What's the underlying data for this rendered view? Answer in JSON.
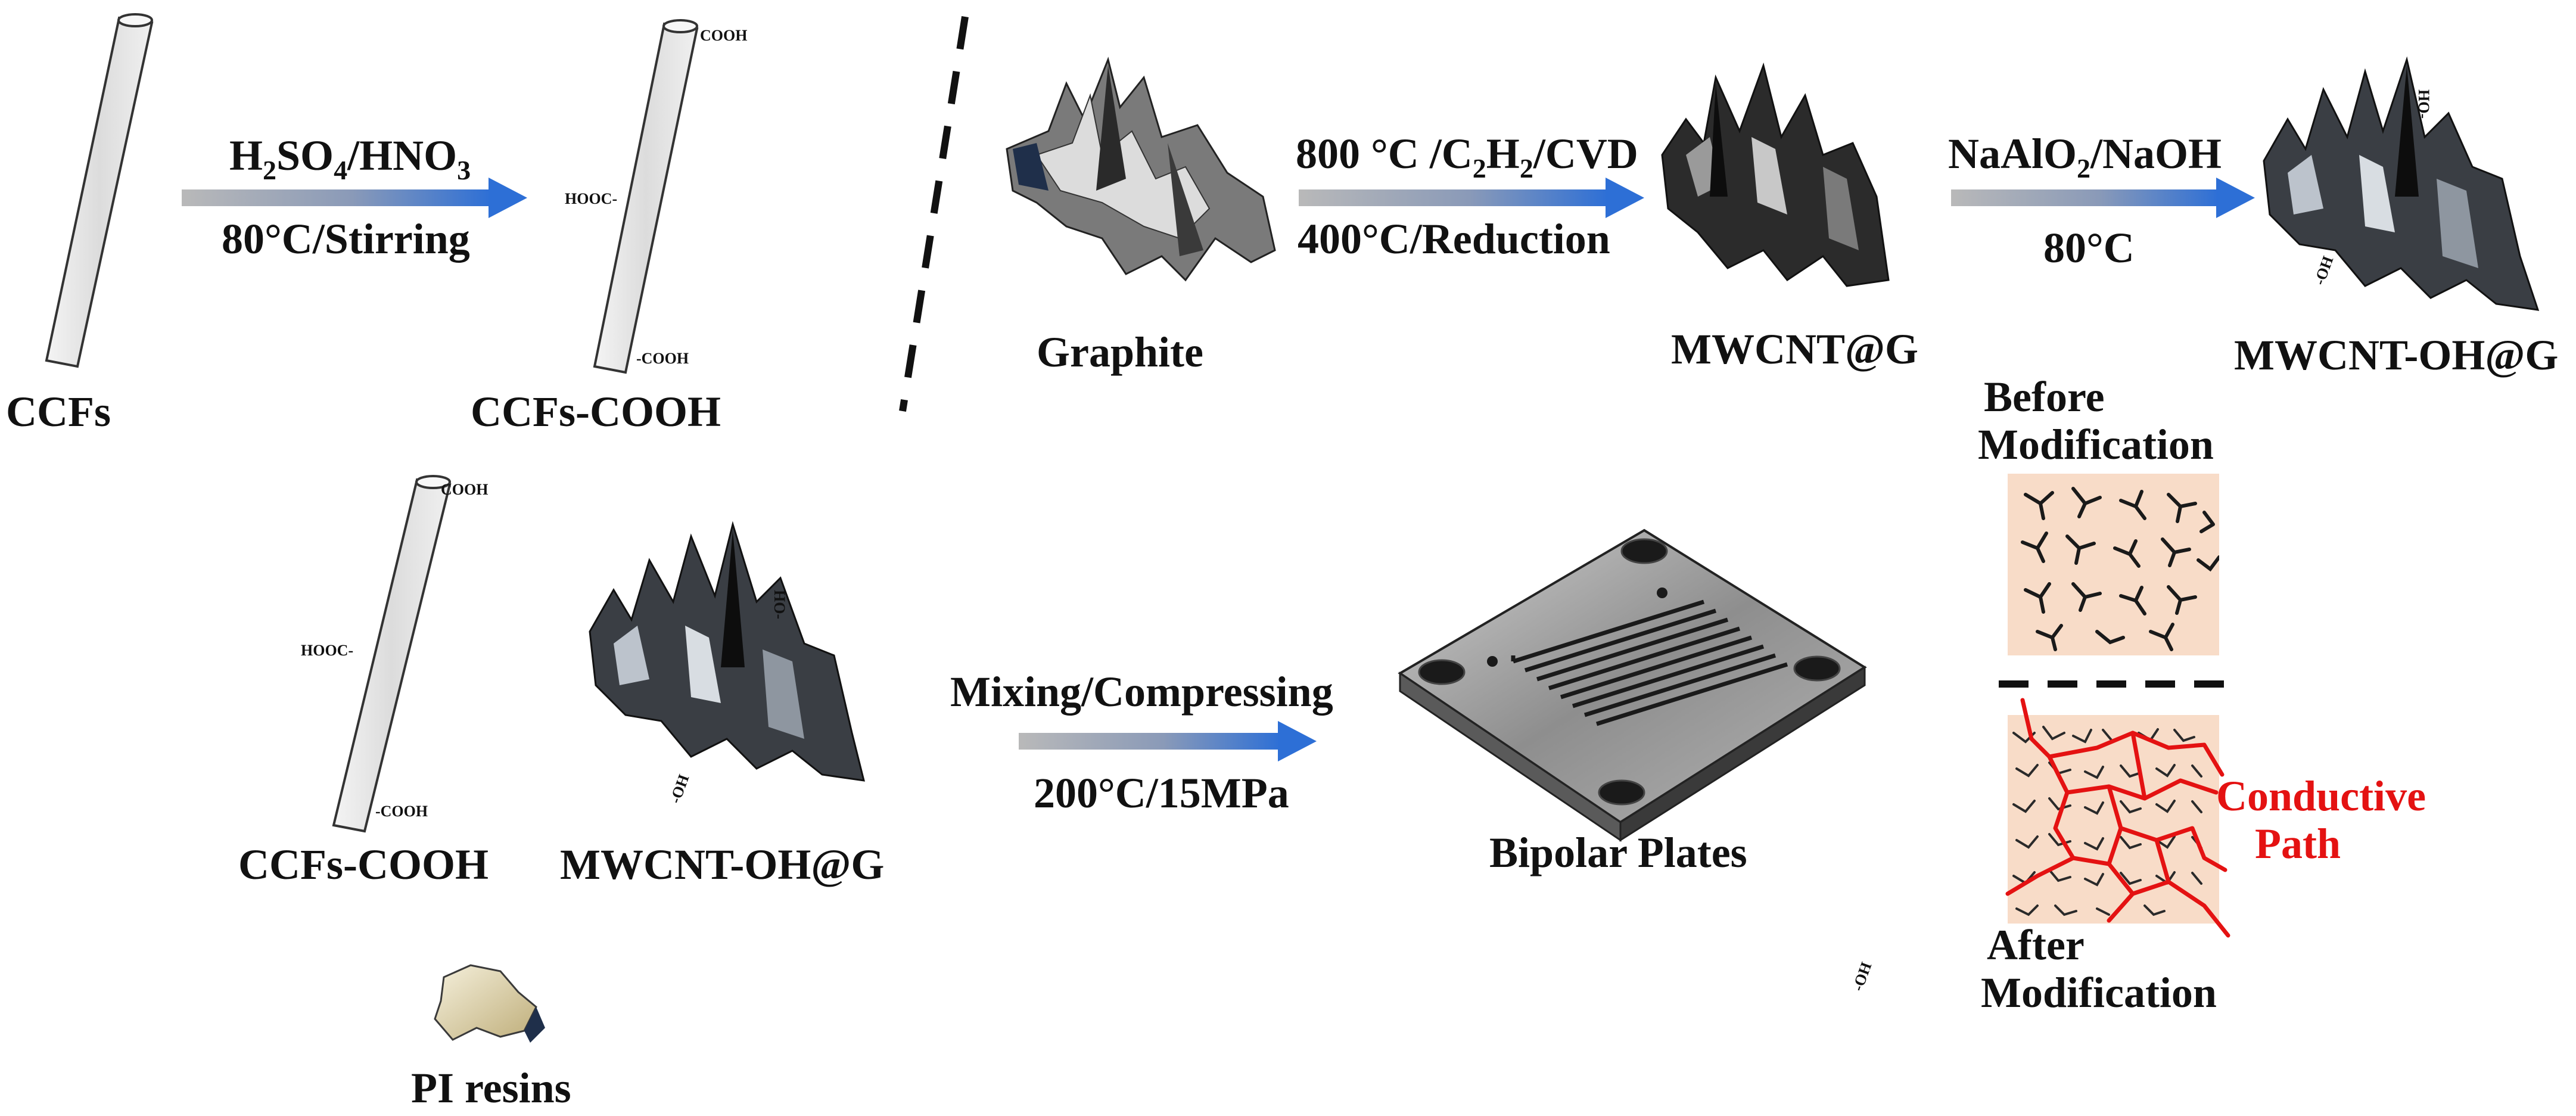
{
  "colors": {
    "accent_blue": "#2d6fd6",
    "conductive_red": "#e41212",
    "background_peach": "#f8dcc8"
  },
  "top_left": {
    "start_label": "CCFs",
    "arrow_top_h": "H",
    "arrow_top_s2": "2",
    "arrow_top_so": "SO",
    "arrow_top_s4": "4",
    "arrow_top_hno": "/HNO",
    "arrow_top_s3": "3",
    "arrow_bottom": "80°C/Stirring",
    "product_label": "CCFs-COOH",
    "cooh_top": "COOH",
    "hooc_mid": "HOOC-",
    "cooh_bottom": "-COOH"
  },
  "top_right": {
    "graphite_label": "Graphite",
    "arrow1_top_a": "800 °C /C",
    "arrow1_top_s2": "2",
    "arrow1_top_h": "H",
    "arrow1_top_s2b": "2",
    "arrow1_top_b": "/CVD",
    "arrow1_bottom": "400°C/Reduction",
    "mwcnt_label": "MWCNT@G",
    "arrow2_top_a": "NaAlO",
    "arrow2_top_s2": "2",
    "arrow2_top_b": "/NaOH",
    "arrow2_bottom": "80°C",
    "mwcnt_oh_label": "MWCNT-OH@G",
    "oh_top": "HO-",
    "oh_bottom": "-OH"
  },
  "bottom": {
    "ccfs_label": "CCFs-COOH",
    "cooh_top": "COOH",
    "hooc_mid": "HOOC-",
    "cooh_bottom": "-COOH",
    "mwcnt_oh_label": "MWCNT-OH@G",
    "oh_top": "HO-",
    "oh_bottom": "-OH",
    "arrow_top": "Mixing/Compressing",
    "arrow_bottom": "200°C/15MPa",
    "plate_label": "Bipolar Plates",
    "resin_label": "PI resins",
    "stray_oh": "-OH"
  },
  "modification": {
    "before_line1": "Before",
    "before_line2": "Modification",
    "after_line1": "After",
    "after_line2": "Modification",
    "conductive_line1": "Conductive",
    "conductive_line2": "Path"
  }
}
